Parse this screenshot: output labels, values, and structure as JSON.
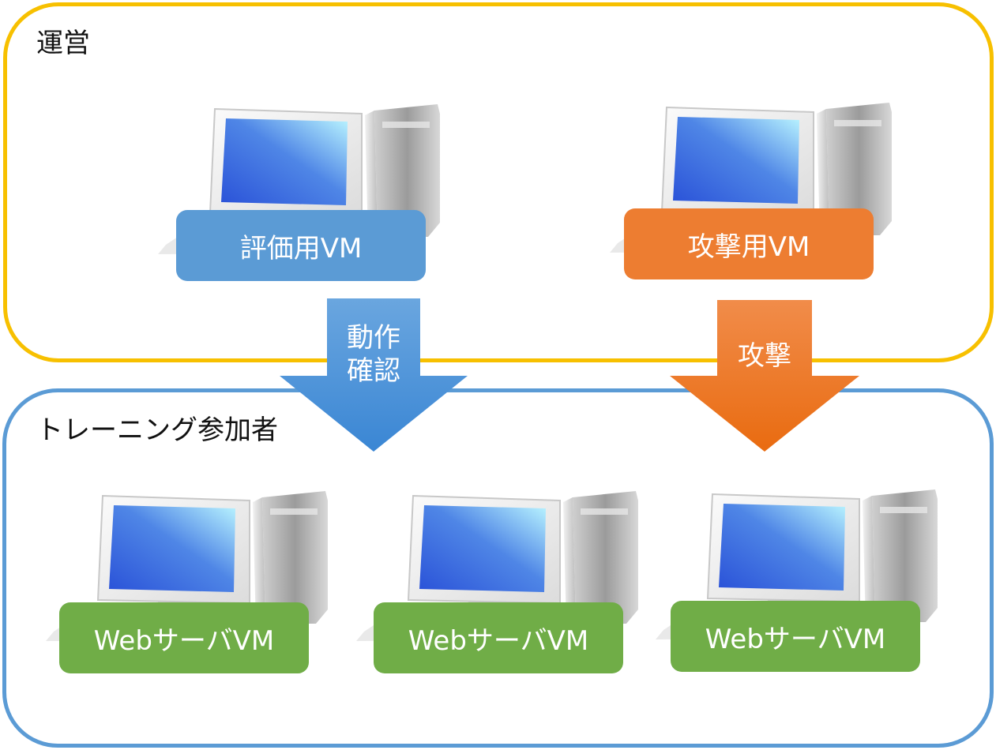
{
  "operations": {
    "title": "運営",
    "eval_vm_label": "評価用VM",
    "attack_vm_label": "攻撃用VM"
  },
  "trainees": {
    "title": "トレーニング参加者",
    "web_vms": [
      "WebサーバVM",
      "WebサーバVM",
      "WebサーバVM"
    ]
  },
  "arrows": {
    "check_line1": "動作",
    "check_line2": "確認",
    "attack": "攻撃"
  },
  "colors": {
    "operations_border": "#f7c000",
    "trainees_border": "#5b9bd5",
    "eval_blue": "#5b9bd5",
    "attack_orange": "#ed7d31",
    "web_green": "#70ad47"
  }
}
